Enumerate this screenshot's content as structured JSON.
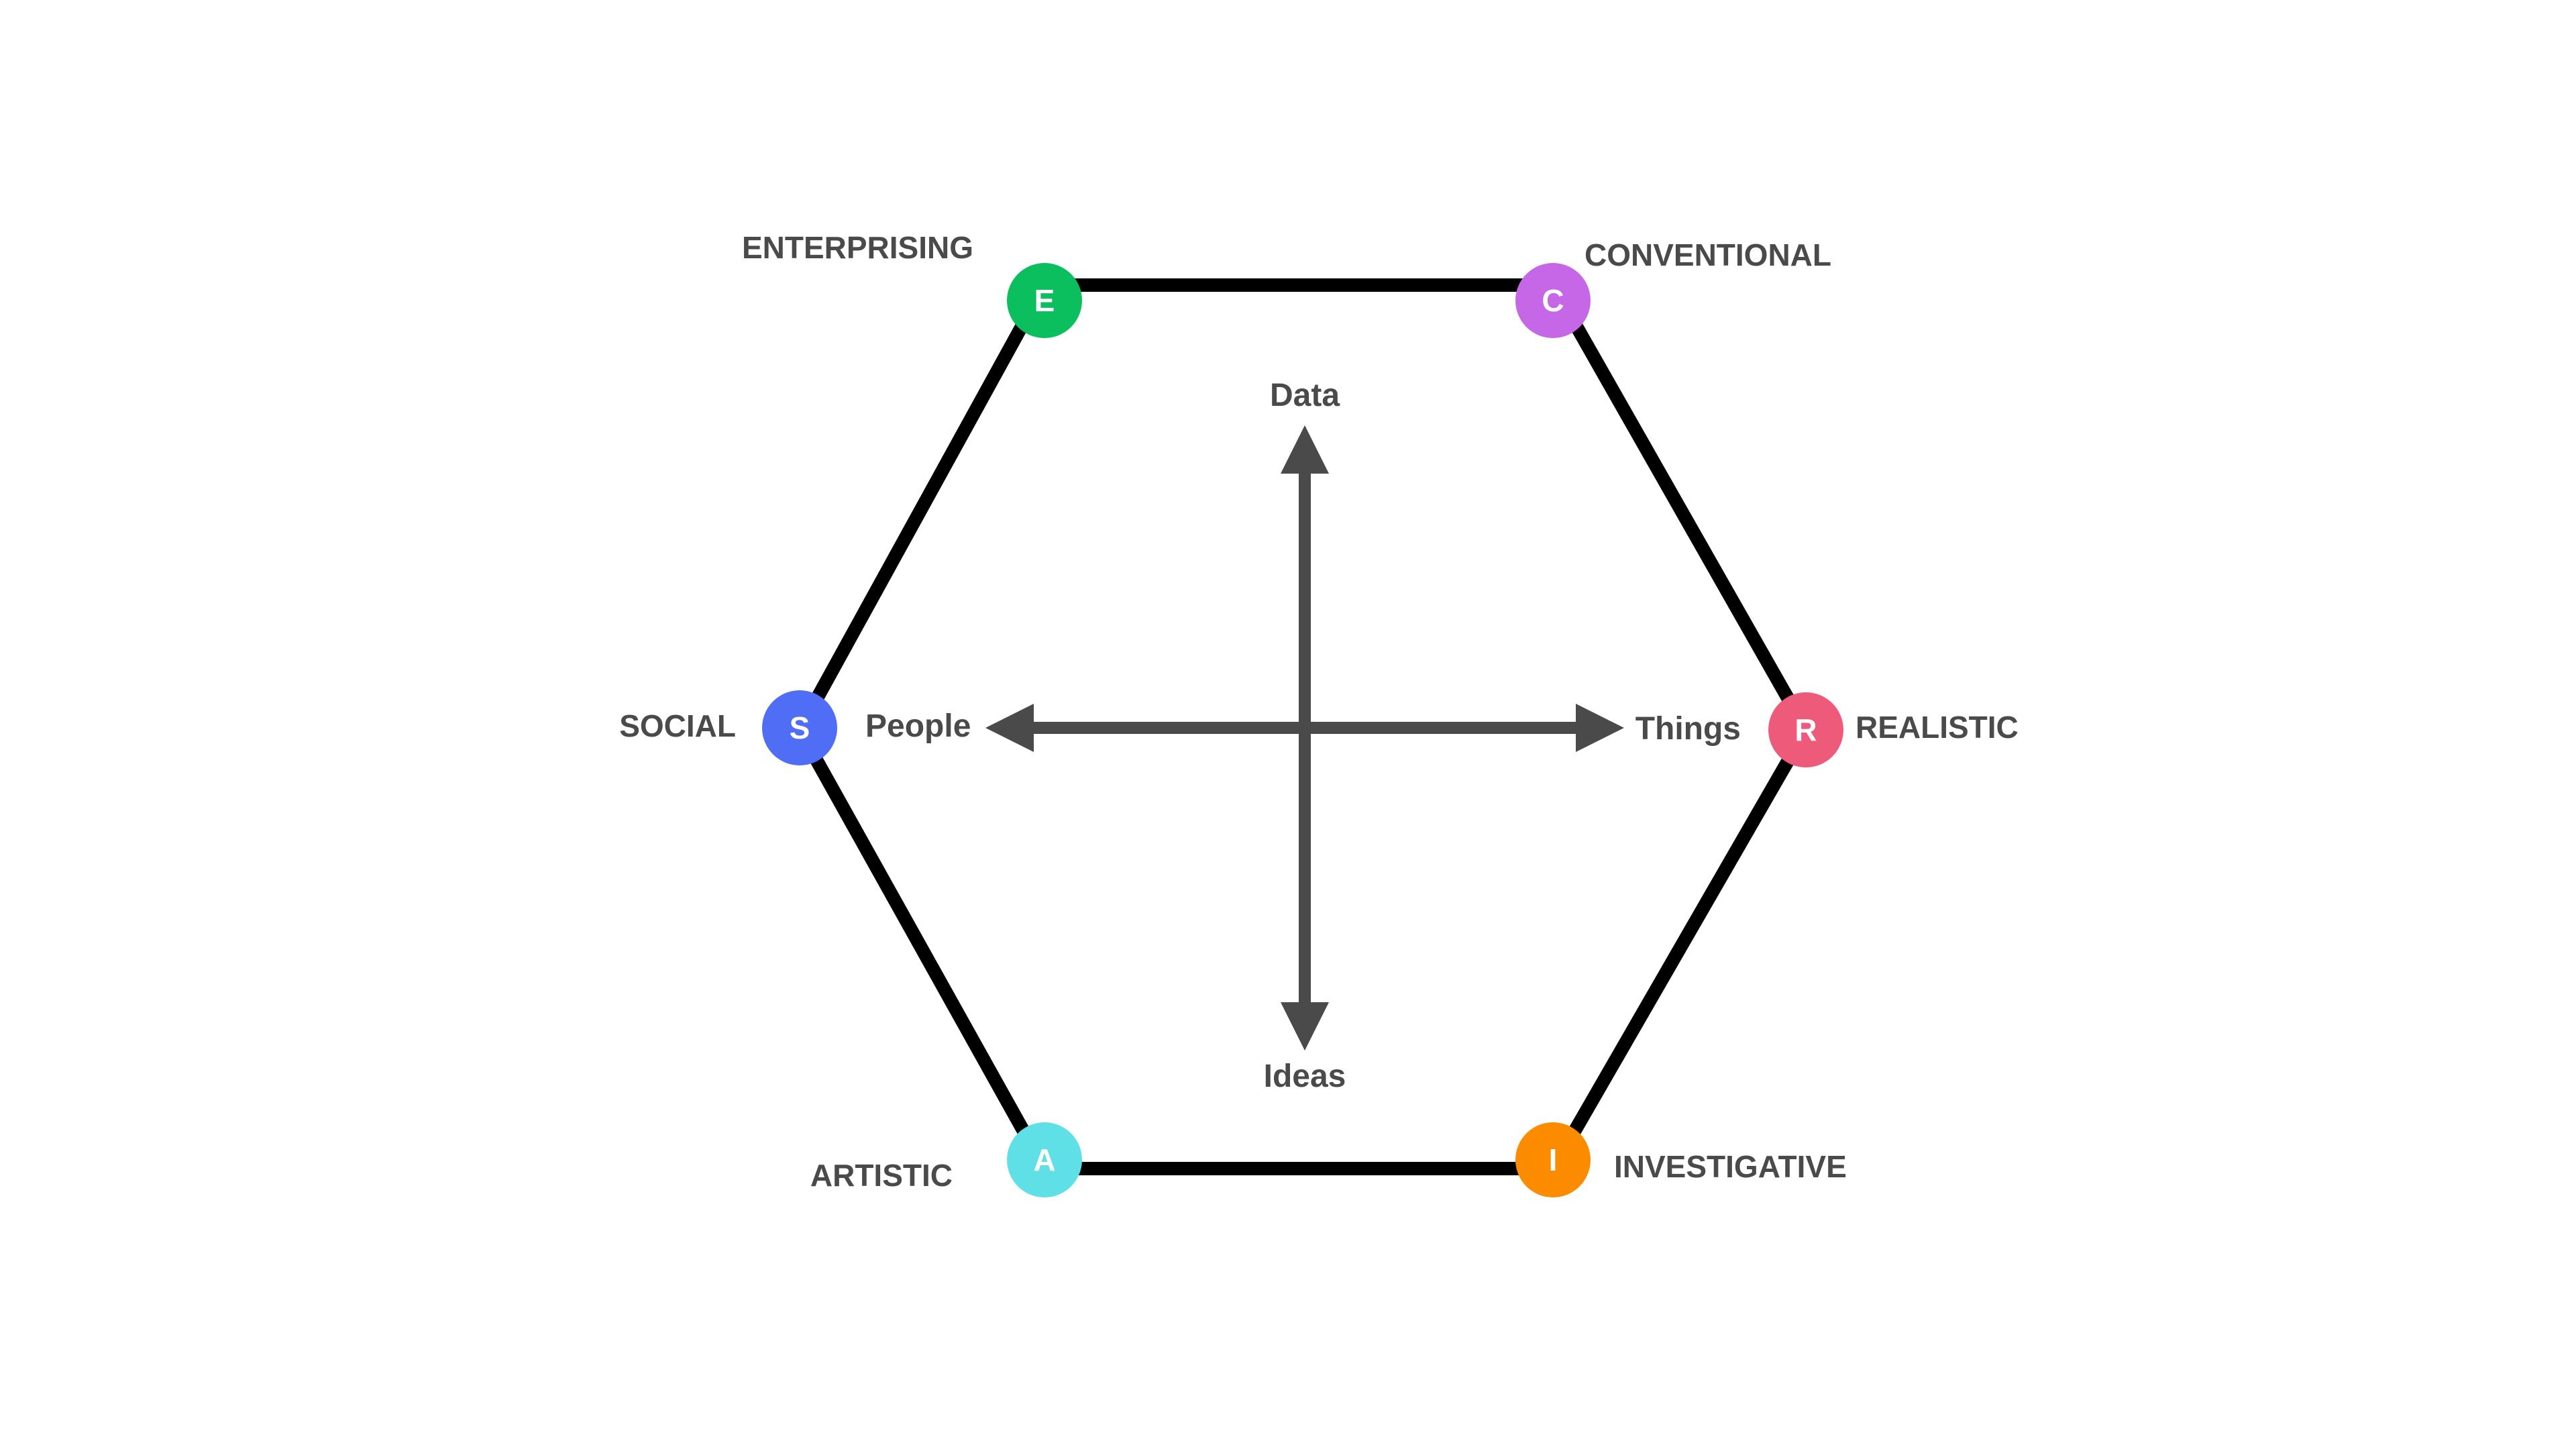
{
  "nodes": {
    "enterprising": {
      "letter": "E",
      "label": "ENTERPRISING",
      "color": "#0bbf5e"
    },
    "conventional": {
      "letter": "C",
      "label": "CONVENTIONAL",
      "color": "#c567e6"
    },
    "realistic": {
      "letter": "R",
      "label": "REALISTIC",
      "color": "#ee5a7a"
    },
    "investigative": {
      "letter": "I",
      "label": "INVESTIGATIVE",
      "color": "#fb8c00"
    },
    "artistic": {
      "letter": "A",
      "label": "ARTISTIC",
      "color": "#5ee0e6"
    },
    "social": {
      "letter": "S",
      "label": "SOCIAL",
      "color": "#4f6ef5"
    }
  },
  "axes": {
    "top": "Data",
    "bottom": "Ideas",
    "left": "People",
    "right": "Things"
  },
  "colors": {
    "hexagon_stroke": "#000000",
    "axis_stroke": "#4a4a4a",
    "label_text": "#4a4a4a"
  }
}
